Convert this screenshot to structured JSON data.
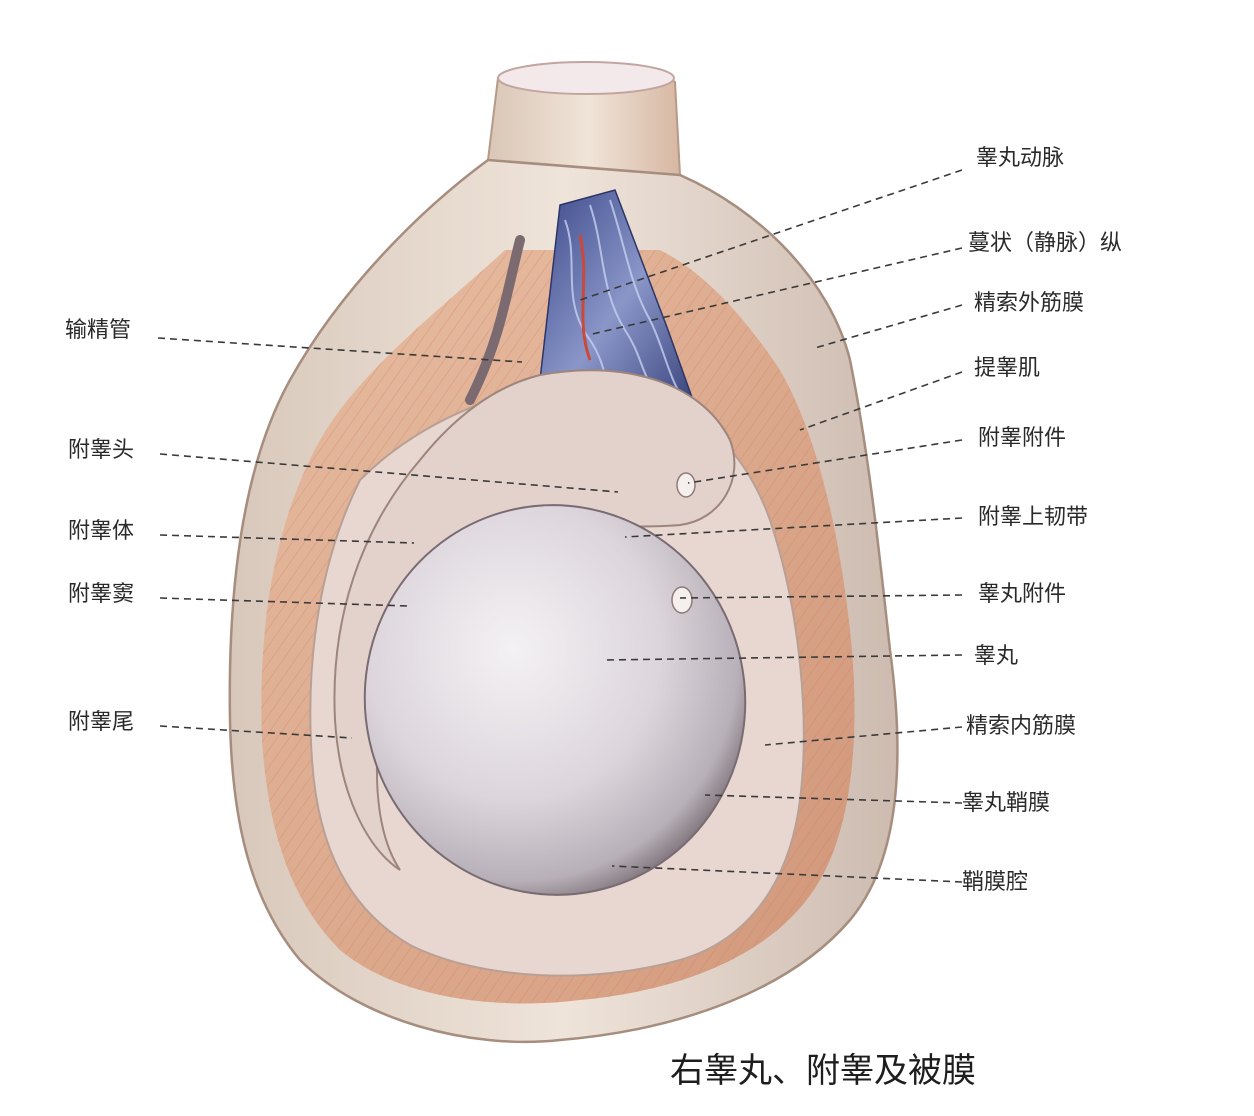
{
  "title": "右睾丸、附睾及被膜",
  "labels_left": [
    {
      "id": "vas-deferens",
      "text": "输精管"
    },
    {
      "id": "epididymis-head",
      "text": "附睾头"
    },
    {
      "id": "epididymis-body",
      "text": "附睾体"
    },
    {
      "id": "epididymal-sinus",
      "text": "附睾窦"
    },
    {
      "id": "epididymis-tail",
      "text": "附睾尾"
    }
  ],
  "labels_right": [
    {
      "id": "testicular-artery",
      "text": "睾丸动脉"
    },
    {
      "id": "pampiniform-plexus",
      "text": "蔓状（静脉）纵"
    },
    {
      "id": "external-spermatic-fascia",
      "text": "精索外筋膜"
    },
    {
      "id": "cremaster",
      "text": "提睾肌"
    },
    {
      "id": "appendix-epididymis",
      "text": "附睾附件"
    },
    {
      "id": "superior-epididymal-ligament",
      "text": "附睾上韧带"
    },
    {
      "id": "appendix-testis",
      "text": "睾丸附件"
    },
    {
      "id": "testis",
      "text": "睾丸"
    },
    {
      "id": "internal-spermatic-fascia",
      "text": "精索内筋膜"
    },
    {
      "id": "tunica-vaginalis",
      "text": "睾丸鞘膜"
    },
    {
      "id": "cavity-tunica-vaginalis",
      "text": "鞘膜腔"
    }
  ]
}
